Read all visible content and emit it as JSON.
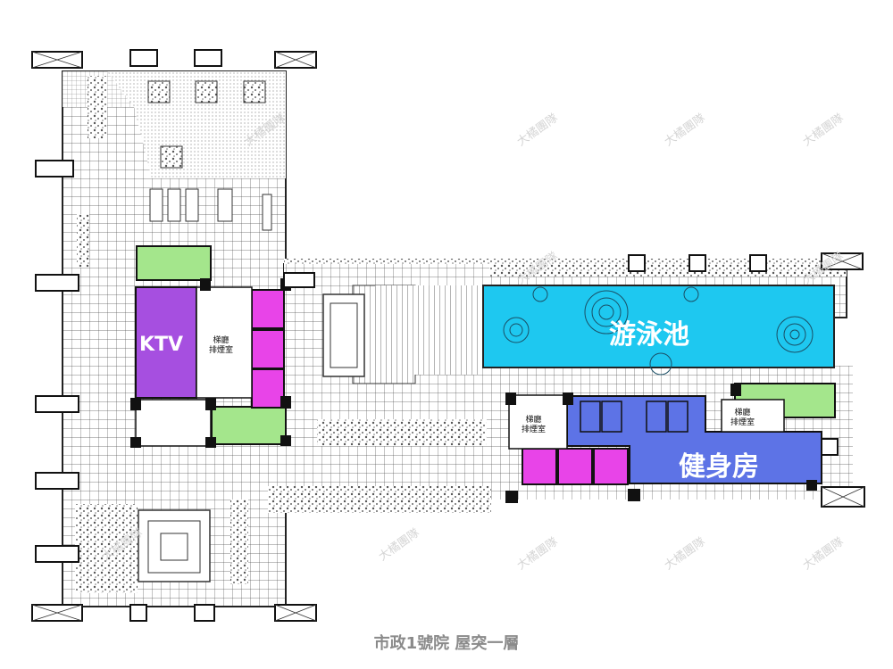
{
  "rooms": {
    "ktv": "KTV",
    "pool": "游泳池",
    "gym": "健身房"
  },
  "small_labels": {
    "lobby_a": "梯廳\n排煙室",
    "lobby_b": "梯廳\n排煙室",
    "lobby_c": "梯廳\n排煙室"
  },
  "watermark": "大橘團隊",
  "caption": "市政1號院 屋突一層",
  "colors": {
    "ktv": "#a64fe0",
    "pool": "#1ec8f0",
    "gym": "#5d73e6",
    "elevator": "#e844e8",
    "stair": "#a4e68c",
    "wall": "#111111"
  }
}
